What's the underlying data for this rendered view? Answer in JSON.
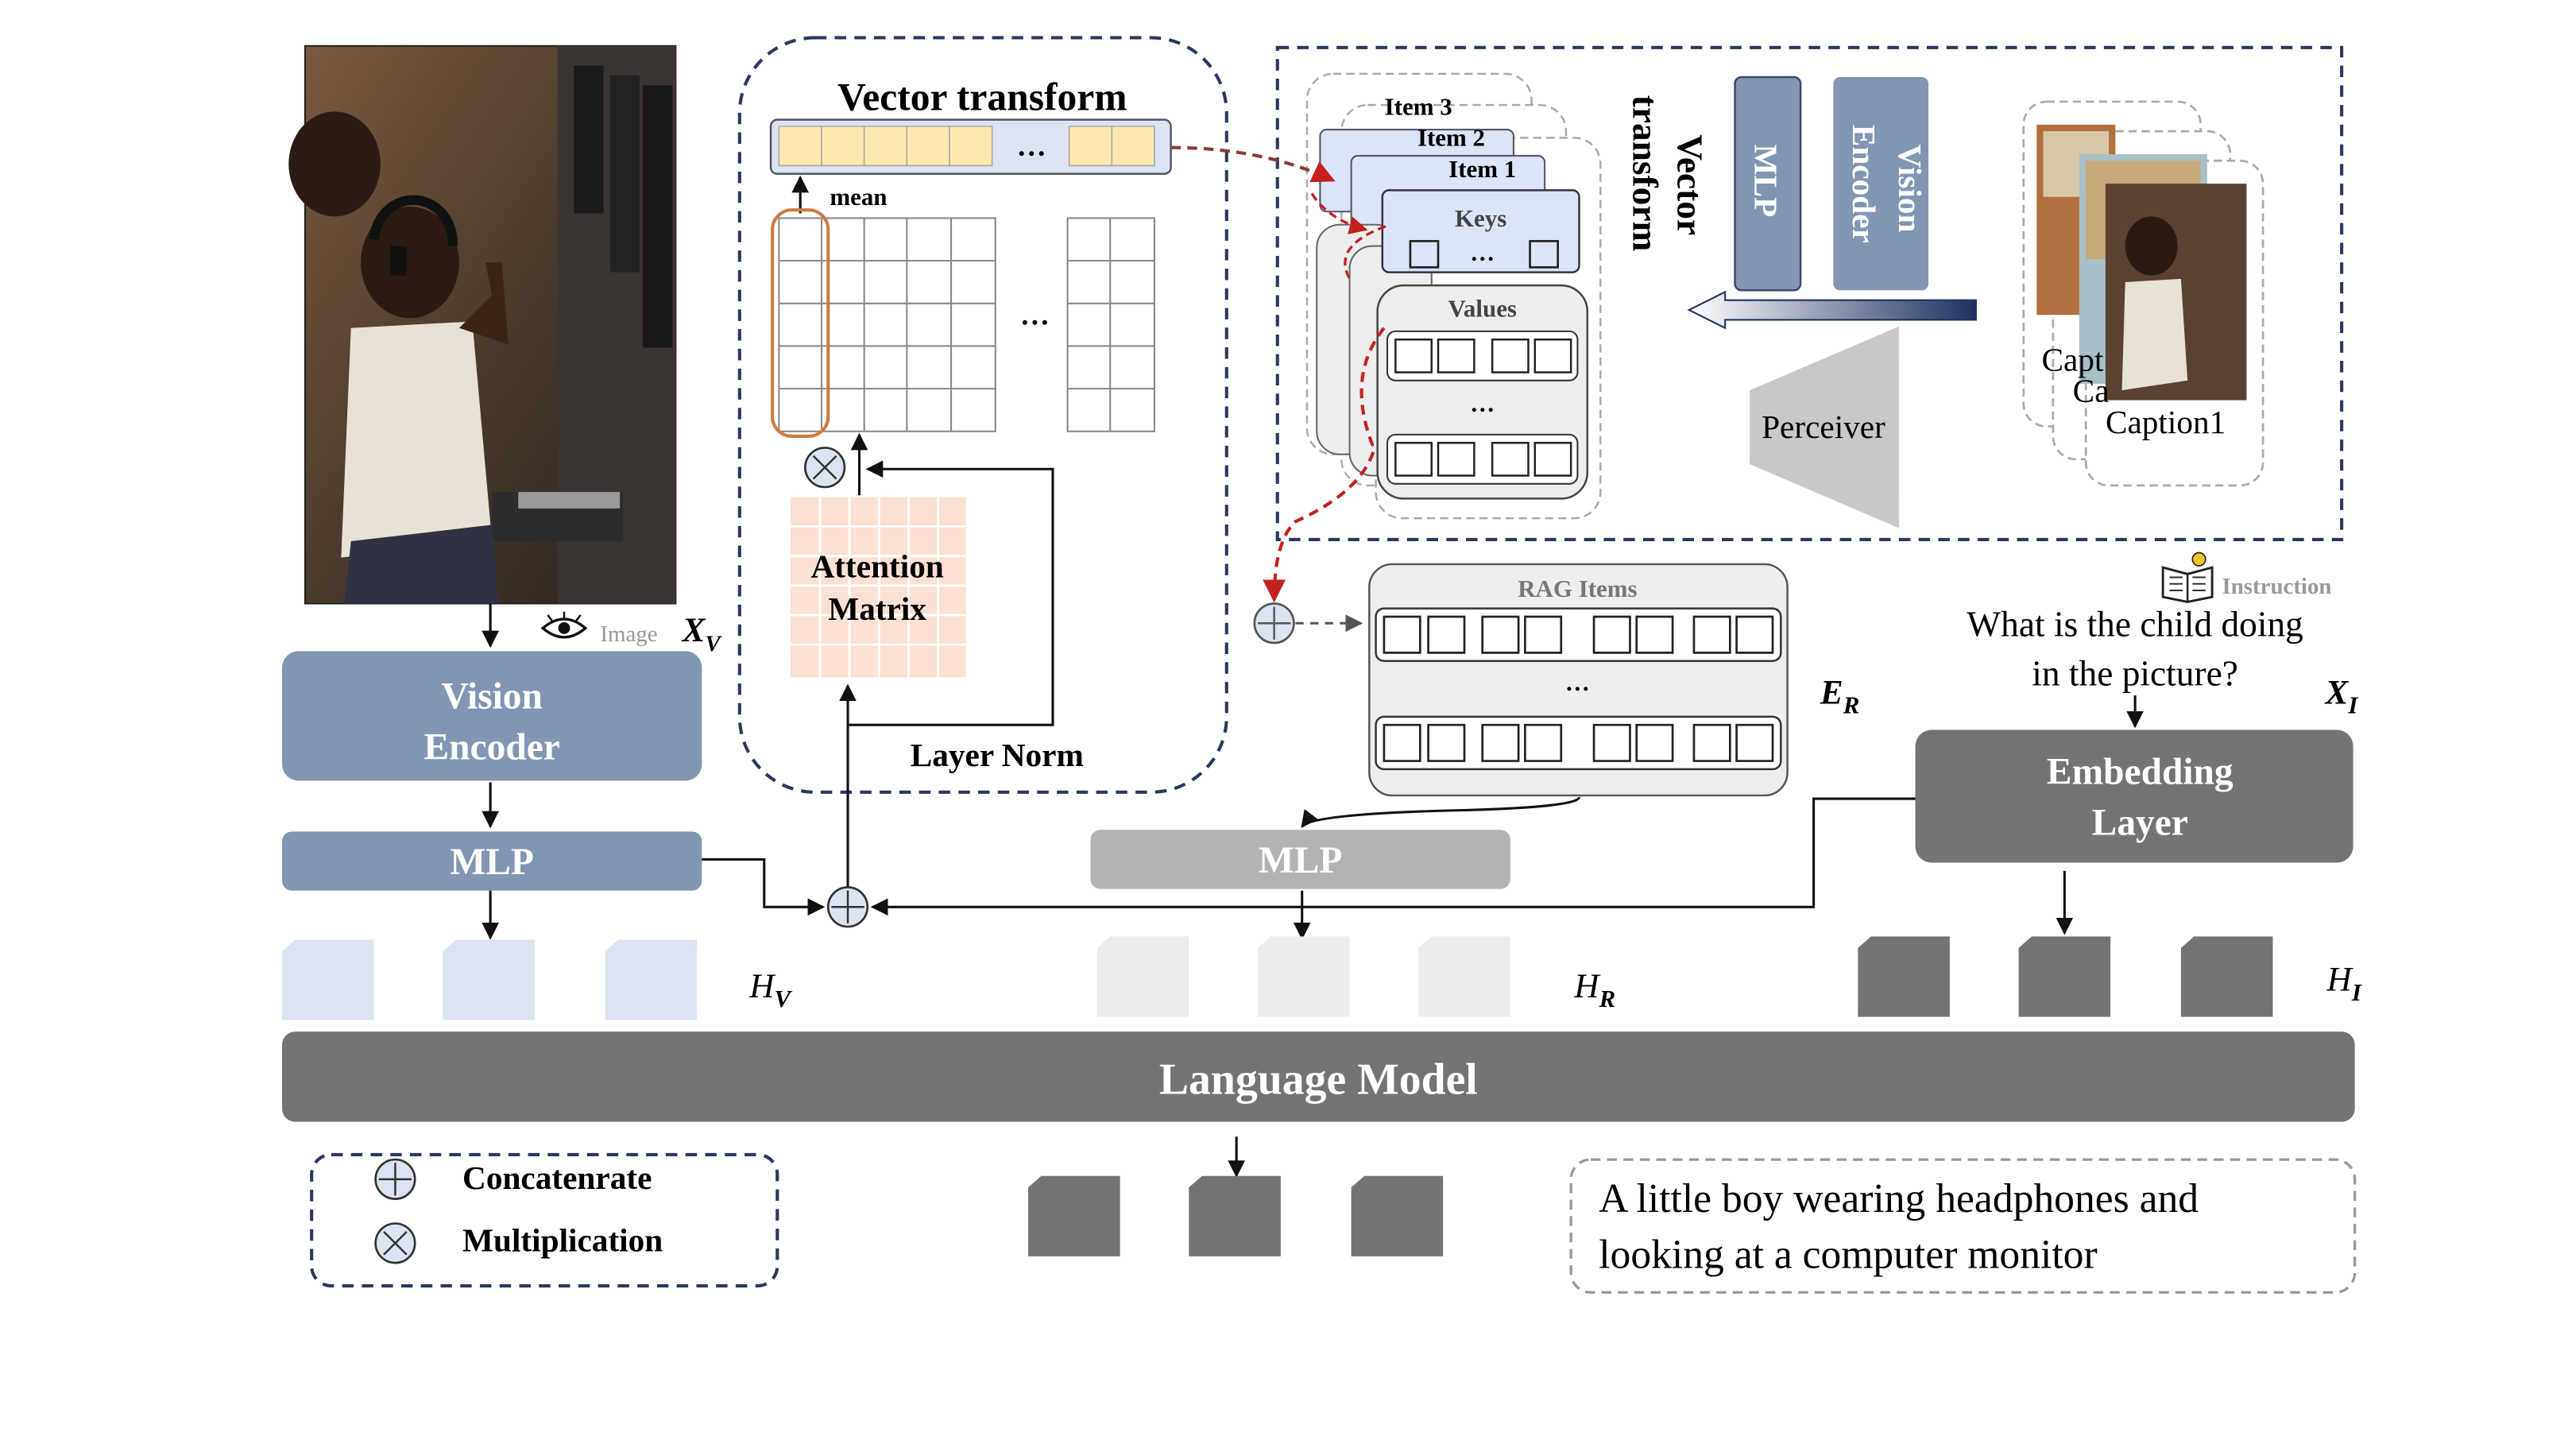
{
  "figure": {
    "image_tag": "Image",
    "xv": "X",
    "xv_sub": "V",
    "vision_encoder": [
      "Vision",
      "Encoder"
    ],
    "mlp_left": "MLP",
    "hv": "H",
    "hv_sub": "V",
    "vector_transform": {
      "title": "Vector transform",
      "dots": "…",
      "mean": "mean",
      "attention": [
        "Attention",
        "Matrix"
      ],
      "layer_norm": "Layer Norm"
    },
    "retrieval": {
      "items": [
        "Item 3",
        "Item 2",
        "Item 1"
      ],
      "keys": "Keys",
      "values": "Values",
      "dots": "…",
      "vector_transform": [
        "Vector",
        "transform"
      ],
      "mlp": "MLP",
      "vision_encoder": [
        "Vision",
        "Encoder"
      ],
      "perceiver": "Perceiver",
      "captions": [
        "Capt",
        "Ca",
        "Caption1"
      ]
    },
    "rag_items": "RAG Items",
    "rag_dots": "…",
    "er": "E",
    "er_sub": "R",
    "mlp_rag": "MLP",
    "hr": "H",
    "hr_sub": "R",
    "instruction_tag": "Instruction",
    "question": [
      "What is the child doing",
      "in the picture?"
    ],
    "xi": "X",
    "xi_sub": "I",
    "embedding": [
      "Embedding",
      "Layer"
    ],
    "hi": "H",
    "hi_sub": "I",
    "language_model": "Language Model",
    "legend": {
      "concat": "Concatenrate",
      "mult": "Multiplication"
    },
    "output_text": [
      "A little boy wearing headphones and",
      "looking at a computer monitor"
    ]
  },
  "colors": {
    "vision_blue": "#8296b4",
    "token_light_blue": "#dce4f2",
    "gray_mlp": "#b3b3b3",
    "token_light_gray": "#ececec",
    "dark_gray": "#747474",
    "attention_fill": "#fbe1d3",
    "accent_red": "#c42020",
    "dash_navy": "#2a3a5e",
    "key_fill": "#dce4f8"
  }
}
